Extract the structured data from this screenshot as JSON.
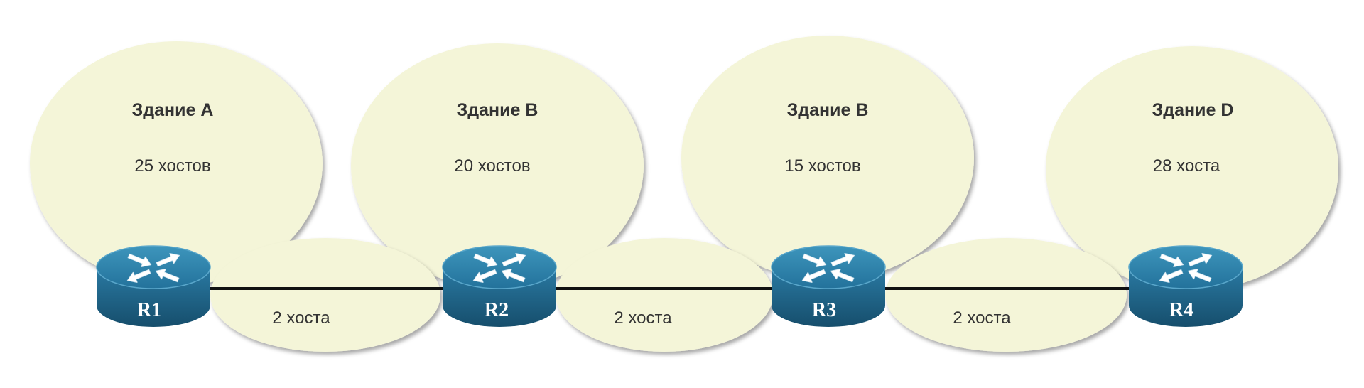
{
  "buildings": [
    {
      "name": "Здание A",
      "hosts": "25 хостов"
    },
    {
      "name": "Здание B",
      "hosts": "20 хостов"
    },
    {
      "name": "Здание B",
      "hosts": "15 хостов"
    },
    {
      "name": "Здание D",
      "hosts": "28 хоста"
    }
  ],
  "links": [
    {
      "hosts": "2 хоста"
    },
    {
      "hosts": "2 хоста"
    },
    {
      "hosts": "2 хоста"
    }
  ],
  "routers": [
    {
      "label": "R1"
    },
    {
      "label": "R2"
    },
    {
      "label": "R3"
    },
    {
      "label": "R4"
    }
  ],
  "colors": {
    "ellipse_fill": "#f4f5d8",
    "ellipse_stroke": "#d9dbb8",
    "router_body": "#1f6d93",
    "router_top": "#2f86ad",
    "line": "#111111"
  }
}
